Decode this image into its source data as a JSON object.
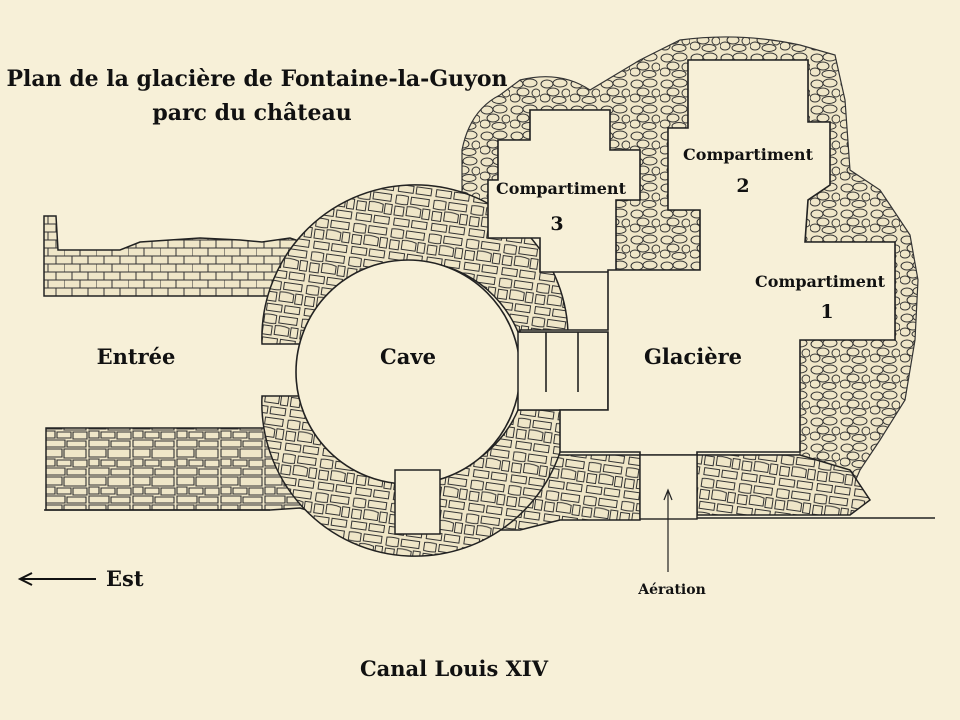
{
  "title": {
    "line1": "Plan de la glacière de Fontaine-la-Guyon",
    "line2": "parc du château"
  },
  "rooms": {
    "entree": "Entrée",
    "cave": "Cave",
    "glaciere": "Glacière"
  },
  "compartments": [
    {
      "label": "Compartiment",
      "number": "3"
    },
    {
      "label": "Compartiment",
      "number": "2"
    },
    {
      "label": "Compartiment",
      "number": "1"
    }
  ],
  "aeration_label": "Aération",
  "orientation": {
    "label": "Est",
    "arrow_icon": "arrow-left-icon"
  },
  "canal_label": "Canal Louis XIV",
  "colors": {
    "background": "#f7f0d8",
    "ink": "#222222",
    "stone_fill": "#eee5c6"
  }
}
